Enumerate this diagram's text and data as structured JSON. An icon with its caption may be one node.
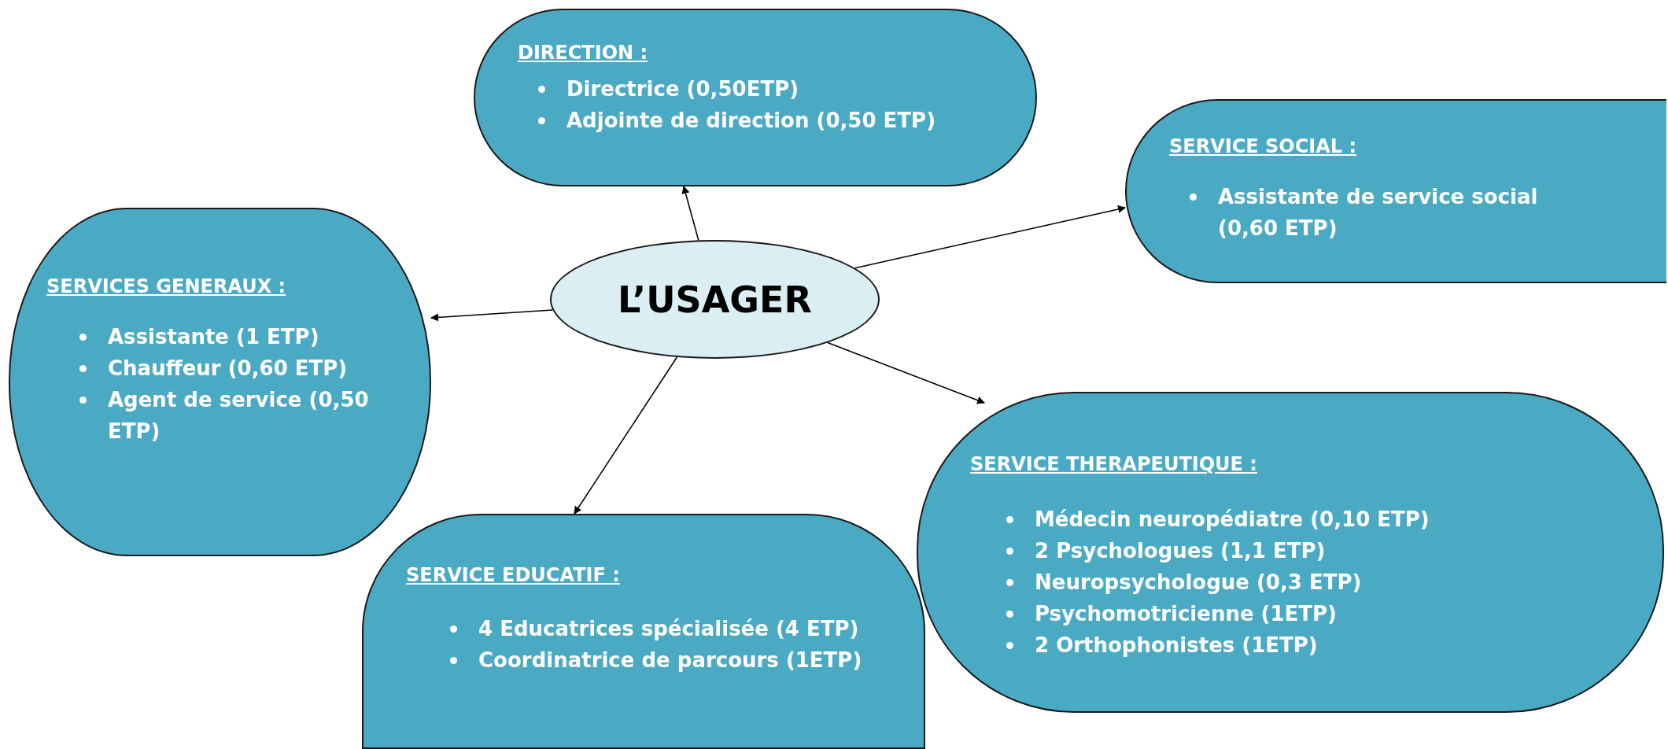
{
  "diagram": {
    "nodes": [
      {
        "text": [
          "DIRECTION :",
          "Directrice (0,50ETP)",
          "Adjointe de direction (0,50 ETP)"
        ]
      },
      {
        "text": [
          "SERVICE SOCIAL :",
          "Assistante de service social (0,60 ETP)"
        ]
      },
      {
        "text": [
          "SERVICES GENERAUX :",
          "Assistante (1 ETP)",
          "Chauffeur (0,60 ETP)",
          "Agent de service (0,50 ETP)"
        ]
      },
      {
        "text": [
          "L’USAGER"
        ]
      },
      {
        "text": [
          "SERVICE THERAPEUTIQUE :",
          "Médecin neuropédiatre (0,10 ETP)",
          "2 Psychologues (1,1 ETP)",
          "Neuropsychologue (0,3 ETP)",
          "Psychomotricienne (1ETP)",
          "2 Orthophonistes (1ETP)"
        ]
      },
      {
        "text": [
          "SERVICE EDUCATIF :",
          "4 Educatrices spécialisée (4 ETP)",
          "Coordinatrice de parcours (1ETP)"
        ]
      }
    ],
    "edges": [
      {
        "from": 3,
        "to": 0,
        "arrow": "to"
      },
      {
        "from": 3,
        "to": 1,
        "arrow": "to"
      },
      {
        "from": 3,
        "to": 2,
        "arrow": "to"
      },
      {
        "from": 3,
        "to": 4,
        "arrow": "to"
      },
      {
        "from": 3,
        "to": 5,
        "arrow": "to"
      }
    ]
  }
}
